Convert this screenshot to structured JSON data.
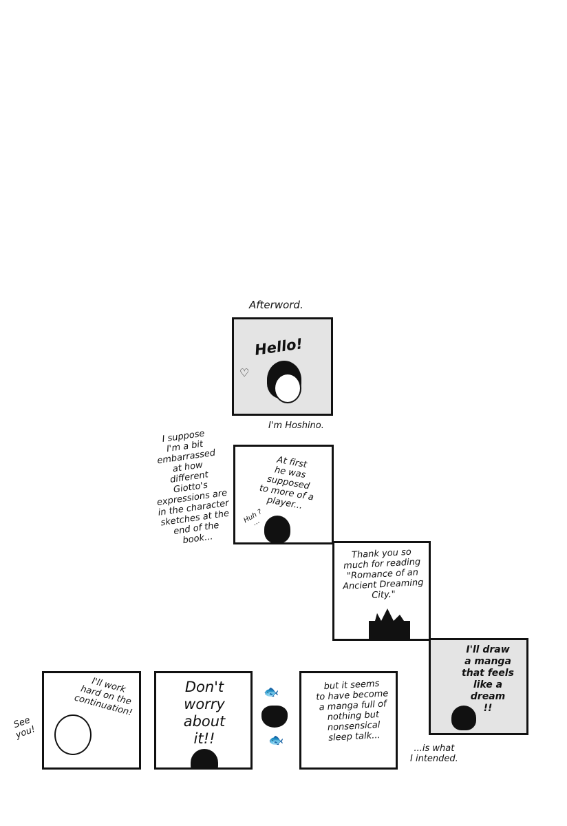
{
  "title": "Afterword.",
  "panels": {
    "hello": {
      "speech": "Hello!",
      "heart": "♡"
    },
    "caption_hello": "I'm Hoshino.",
    "side_note": "I suppose\nI'm a bit\nembarrassed\nat how\ndifferent\nGiotto's\nexpressions are\nin the character\nsketches at the\nend of the\nbook...",
    "player": {
      "text": "At first\nhe was supposed\nto more of a\nplayer...",
      "sfx": "Huh ?\n..."
    },
    "thanks": {
      "text": "Thank you so\nmuch for reading\n\"Romance of an\nAncient Dreaming\nCity.\""
    },
    "dream": {
      "text": "I'll draw\na manga\nthat feels\nlike a\ndream\n!!"
    },
    "caption_dream": "...is what\nI intended.",
    "sleep": {
      "text": "but it seems\nto have become\na manga full of\nnothing but\nnonsensical\nsleep talk..."
    },
    "worry": {
      "text": "Don't\nworry\nabout\nit!!"
    },
    "continue": {
      "text": "I'll work\nhard on the\ncontinuation!"
    },
    "see_you": "See\nyou!"
  }
}
